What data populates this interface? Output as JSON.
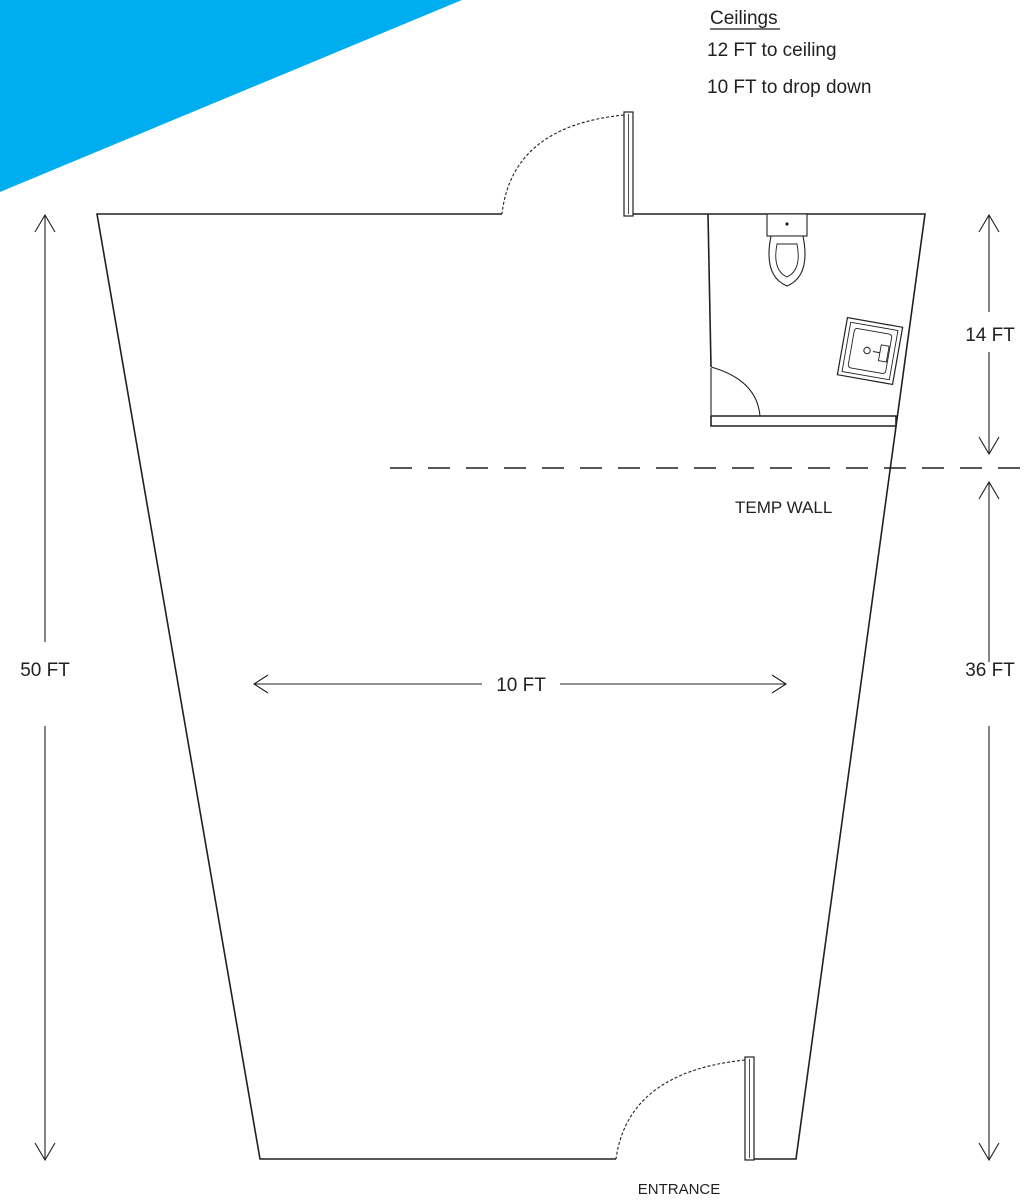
{
  "accent_color": "#00aeef",
  "ceilings": {
    "heading": "Ceilings",
    "line1": "12 FT to ceiling",
    "line2": "10 FT to drop down"
  },
  "dimensions": {
    "total_length": "50 FT",
    "width": "10 FT",
    "back_section": "14 FT",
    "front_section": "36 FT"
  },
  "labels": {
    "temp_wall": "TEMP WALL",
    "entrance": "ENTRANCE"
  }
}
